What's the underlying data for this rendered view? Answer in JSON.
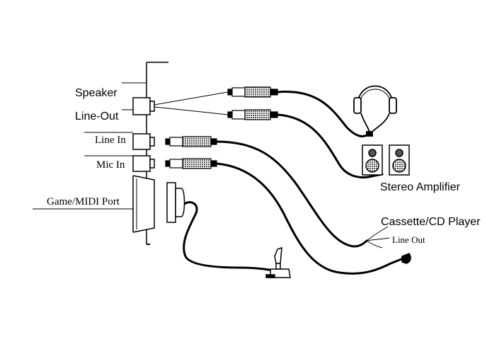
{
  "labels": {
    "speaker": "Speaker",
    "line_out": "Line-Out",
    "line_in": "Line In",
    "mic_in": "Mic In",
    "game_midi_port": "Game/MIDI Port",
    "stereo_amplifier": "Stereo Amplifier",
    "cassette_cd_player": "Cassette/CD Player",
    "line_out_small": "Line Out"
  },
  "icons": {
    "headphones": "headphones-icon",
    "speakers": "speaker-icon",
    "joystick": "joystick-icon",
    "microphone": "microphone-icon"
  },
  "colors": {
    "ink": "#000000",
    "plug_fill": "#9a9a9a",
    "background": "#ffffff"
  }
}
